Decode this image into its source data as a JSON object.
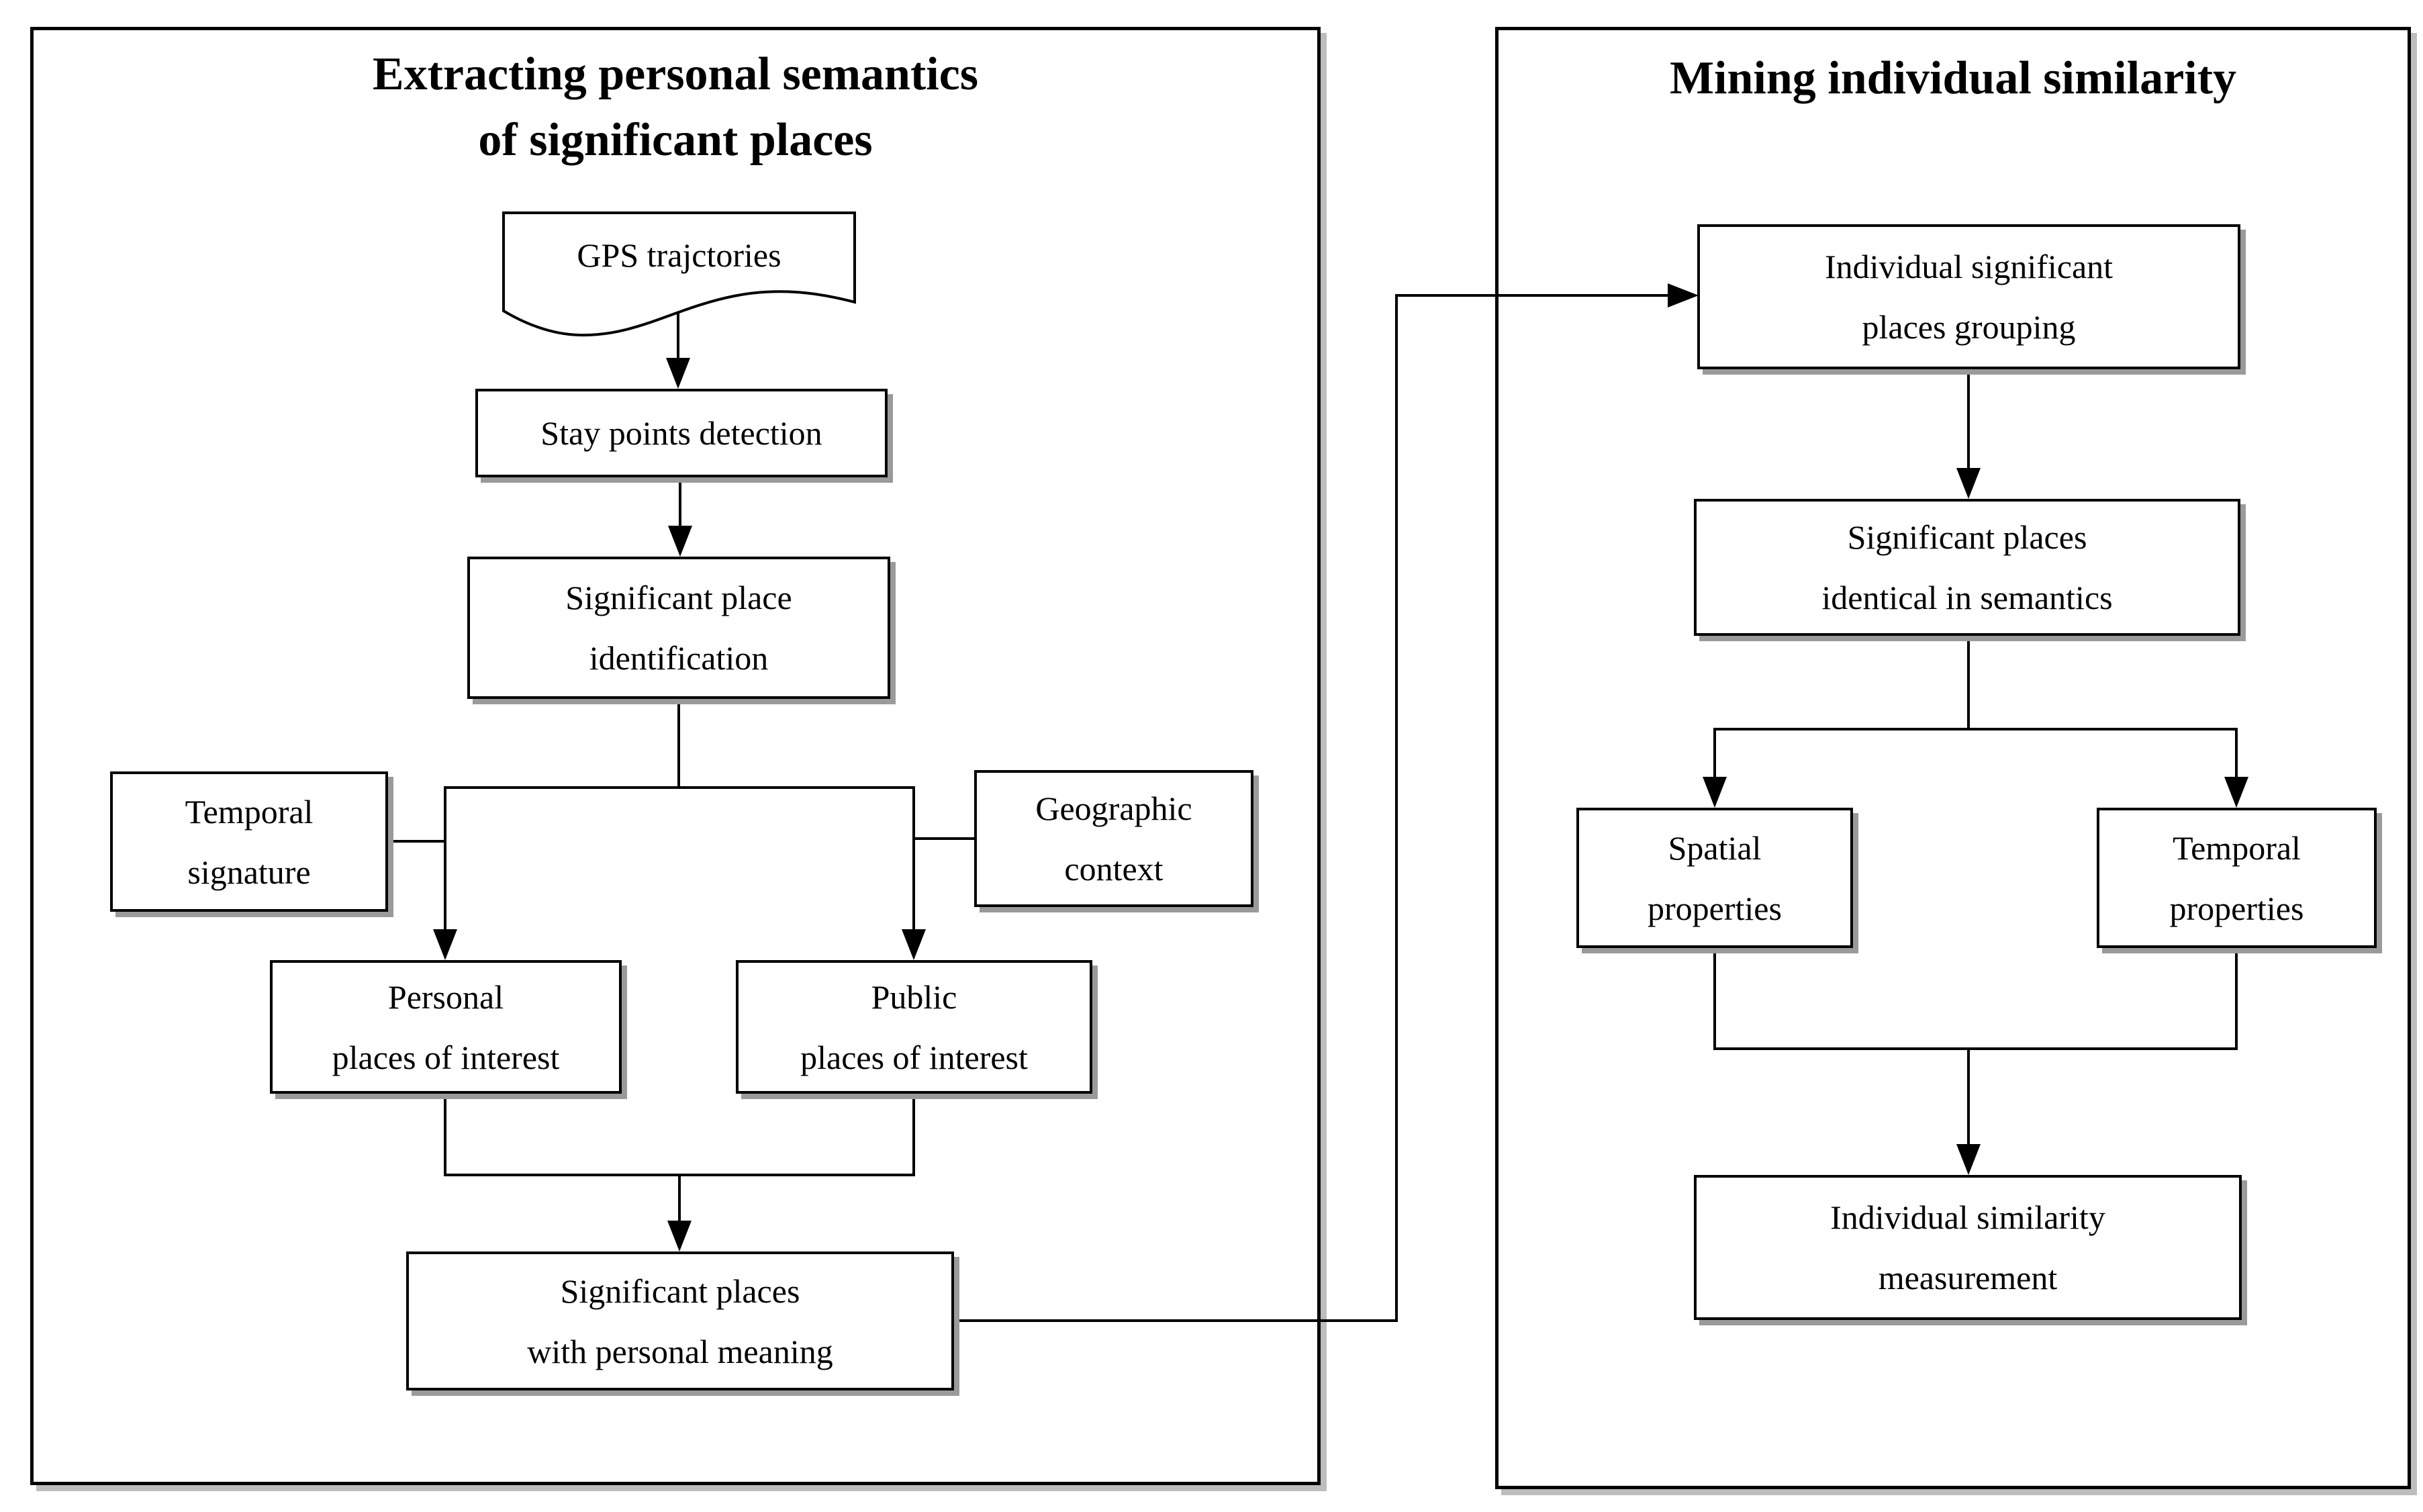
{
  "left_panel": {
    "title": "Extracting personal semantics\nof significant places",
    "nodes": {
      "gps_trajectories": "GPS trajctories",
      "stay_points": "Stay points detection",
      "significant_place_identification": "Significant place\nidentification",
      "temporal_signature": "Temporal\nsignature",
      "geographic_context": "Geographic\ncontext",
      "personal_places": "Personal\nplaces of interest",
      "public_places": "Public\nplaces of interest",
      "significant_places_meaning": "Significant places\nwith personal meaning"
    }
  },
  "right_panel": {
    "title": "Mining individual similarity",
    "nodes": {
      "individual_grouping": "Individual significant\nplaces grouping",
      "identical_semantics": "Significant places\nidentical in semantics",
      "spatial_properties": "Spatial\nproperties",
      "temporal_properties": "Temporal\nproperties",
      "similarity_measurement": "Individual similarity\nmeasurement"
    }
  },
  "colors": {
    "line": "#000000",
    "box_fill": "#ffffff",
    "box_shadow": "#9a9a9a",
    "background": "#ffffff"
  }
}
